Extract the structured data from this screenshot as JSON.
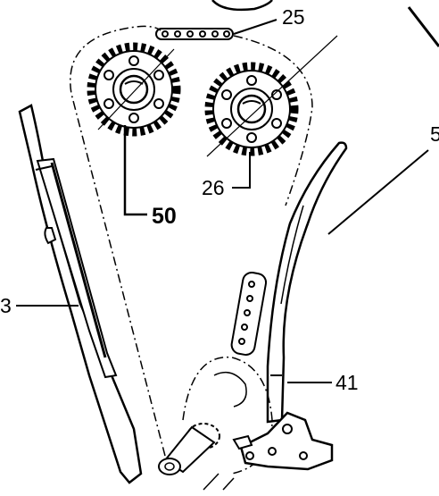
{
  "callouts": {
    "c25": "25",
    "c26": "26",
    "c50": "50",
    "c3": "3",
    "c41": "41",
    "c5": "5"
  },
  "colors": {
    "ink": "#000000",
    "background": "#ffffff"
  }
}
